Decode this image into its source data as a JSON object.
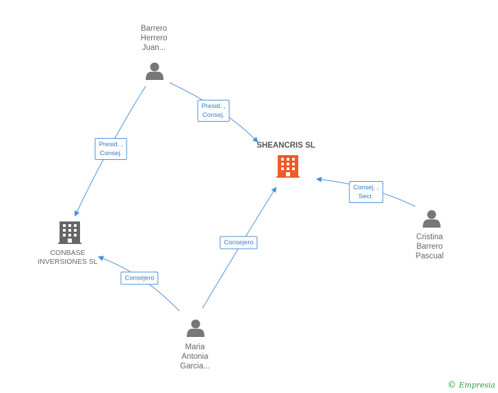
{
  "nodes": {
    "barrero_herrero": {
      "label": "Barrero\nHerrero\nJuan...",
      "icon": "person-icon"
    },
    "sheancris": {
      "label": "SHEANCRIS SL",
      "icon": "building-icon",
      "color": "#f05a28"
    },
    "conbase": {
      "label": "CONBASE\nINVERSIONES SL",
      "icon": "building-icon",
      "color": "#666666"
    },
    "cristina": {
      "label": "Cristina\nBarrero\nPascual",
      "icon": "person-icon"
    },
    "maria": {
      "label": "Maria\nAntonia\nGarcia...",
      "icon": "person-icon"
    }
  },
  "edges": [
    {
      "id": "bh_sheancris",
      "label": "Presid. ,\nConsej."
    },
    {
      "id": "bh_conbase",
      "label": "Presid. ,\nConsej."
    },
    {
      "id": "cristina_sheancris",
      "label": "Consej. ,\nSecr."
    },
    {
      "id": "maria_sheancris",
      "label": "Consejero"
    },
    {
      "id": "maria_conbase",
      "label": "Consejero"
    }
  ],
  "colors": {
    "edge": "#4a90d9",
    "person": "#777777"
  },
  "footer": {
    "copyright_symbol": "©",
    "brand": "Empresia"
  }
}
